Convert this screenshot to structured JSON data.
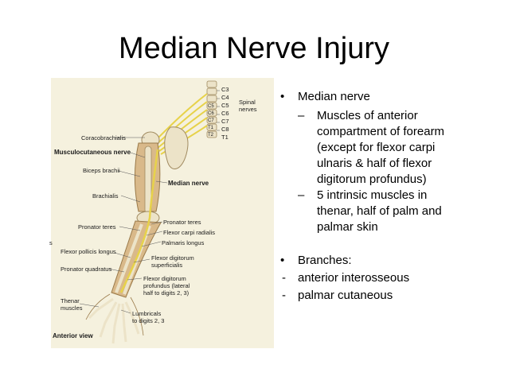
{
  "slide": {
    "title": "Median Nerve Injury"
  },
  "figure": {
    "image_label": "Anterior view",
    "labels": {
      "c3": "C3",
      "c4": "C4",
      "c5": "C5",
      "c6": "C6",
      "c7": "C7",
      "c8": "C8",
      "t1": "T1",
      "v_c5": "C5",
      "v_c6": "C6",
      "v_c7": "C7",
      "v_t1": "T1",
      "v_t2": "T2",
      "spinal_nerves": "Spinal\nnerves",
      "coracobrachialis": "Coracobrachialis",
      "musculocutaneous": "Musculocutaneous nerve",
      "biceps": "Biceps brachii",
      "median_nerve": "Median nerve",
      "brachialis": "Brachialis",
      "pronator_teres_r": "Pronator teres",
      "pronator_teres_l": "Pronator teres",
      "flexor_carpi_radialis": "Flexor carpi radialis",
      "palmaris_longus": "Palmaris longus",
      "flexor_pollicis_longus": "Flexor pollicis longus",
      "flexor_digitorum_superficialis": "Flexor digitorum\nsuperficialis",
      "pronator_quadratus": "Pronator quadratus",
      "flexor_digitorum_profundus": "Flexor digitorum\nprofundus (lateral\nhalf to digits 2, 3)",
      "thenar_muscles": "Thenar\nmuscles",
      "lumbricals": "Lumbricals\nto digits 2, 3",
      "edge_mark": "s"
    }
  },
  "content": {
    "bullet1": "Median nerve",
    "sub1": "Muscles of anterior compartment of forearm (except for flexor carpi ulnaris & half of flexor digitorum profundus)",
    "sub1_lines": [
      "Muscles of anterior",
      "compartment of forearm",
      "(except for flexor carpi",
      "ulnaris & half of flexor",
      "digitorum profundus)"
    ],
    "sub2_lines": [
      "5 intrinsic muscles in",
      "thenar, half of palm and",
      "palmar skin"
    ],
    "bullet2": "Branches:",
    "branch1": "anterior interosseous",
    "branch2": "palmar cutaneous"
  },
  "symbols": {
    "bullet": "•",
    "dash": "–",
    "hyphen": "-"
  },
  "colors": {
    "figure_background": "#f5f1de",
    "bone": "#ece3c8",
    "muscle": "#d9b98a",
    "nerve": "#e7d24a"
  }
}
